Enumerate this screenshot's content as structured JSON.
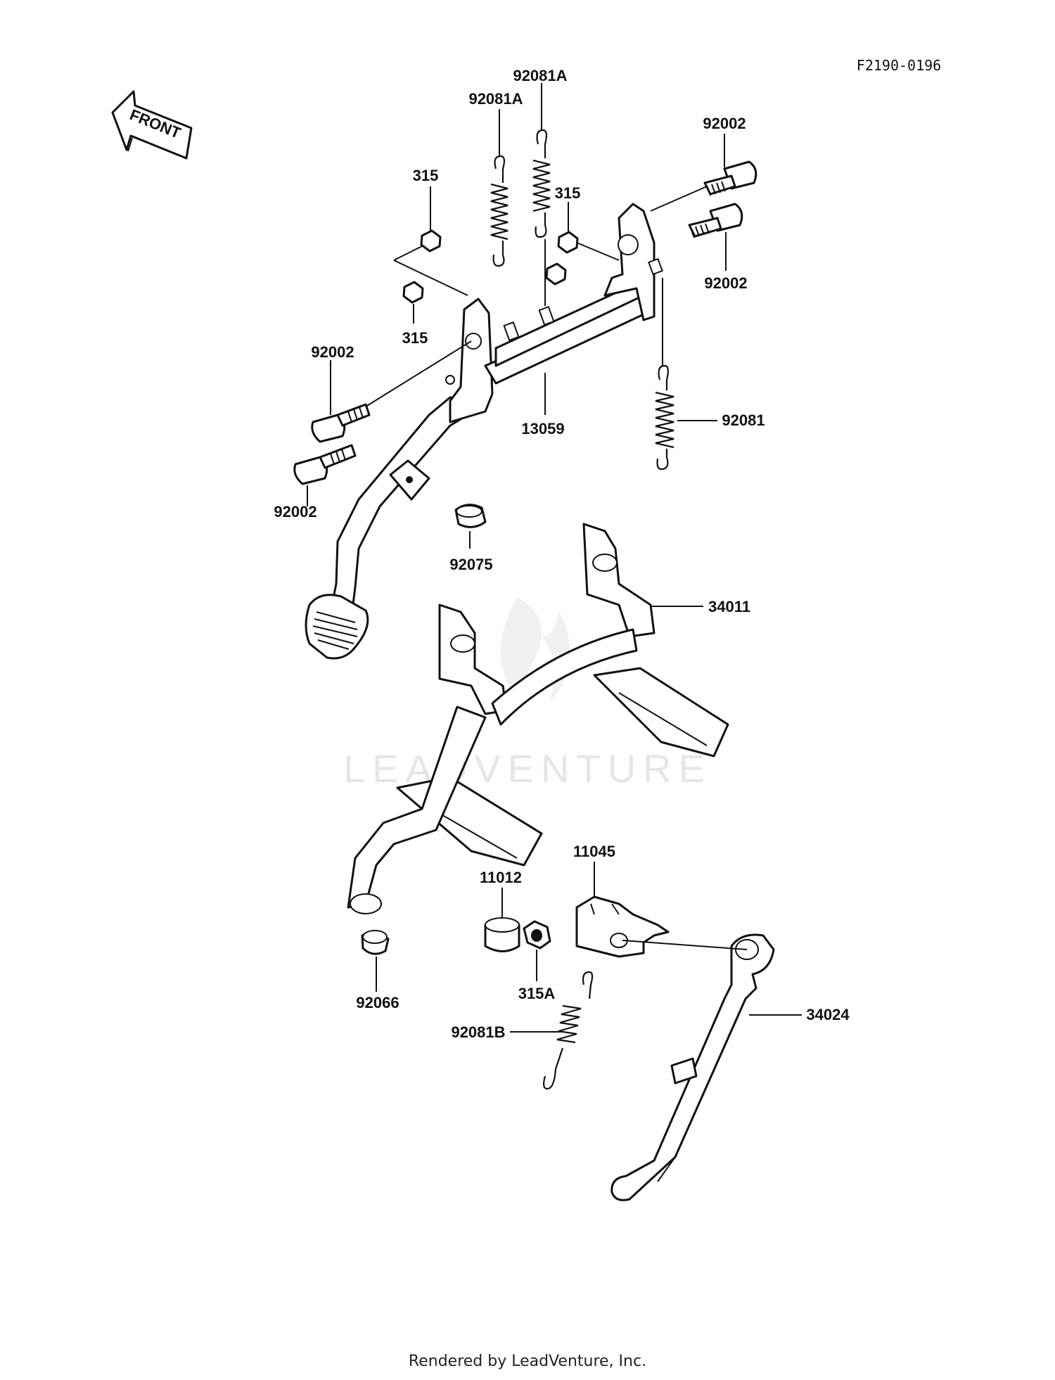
{
  "diagram_code": "F2190-0196",
  "front_label": "FRONT",
  "footer": "Rendered by LeadVenture, Inc.",
  "watermark": "LEADVENTURE",
  "parts": {
    "p92081A_1": "92081A",
    "p92081A_2": "92081A",
    "p92002_1": "92002",
    "p92002_2": "92002",
    "p92002_3": "92002",
    "p92002_4": "92002",
    "p315_1": "315",
    "p315_2": "315",
    "p315_3": "315",
    "p13059": "13059",
    "p92081": "92081",
    "p92075": "92075",
    "p34011": "34011",
    "p11045": "11045",
    "p11012": "11012",
    "p315A": "315A",
    "p92066": "92066",
    "p92081B": "92081B",
    "p34024": "34024"
  }
}
